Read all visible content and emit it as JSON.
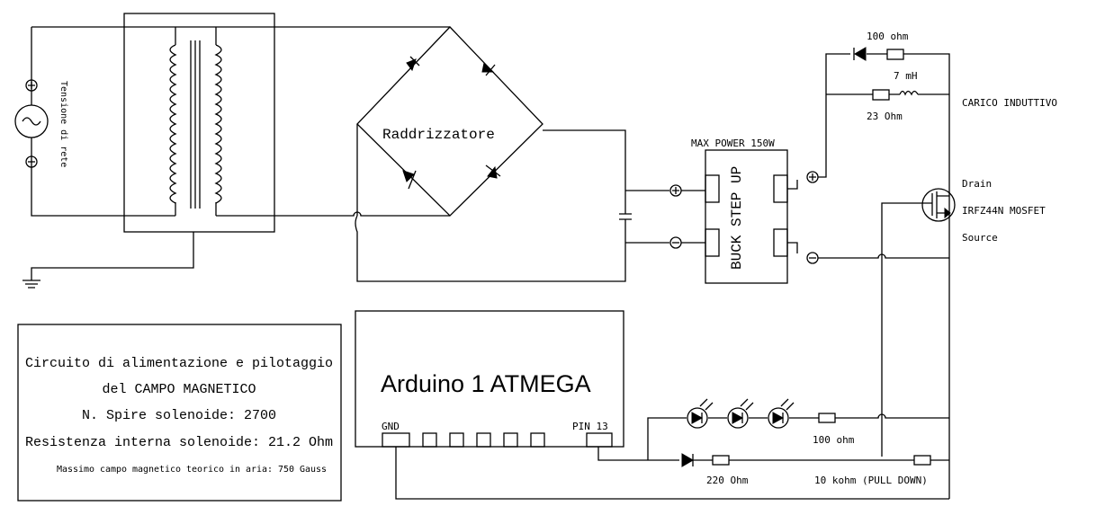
{
  "source": {
    "label": "Tensione di rete",
    "plus": "+",
    "minus": "-"
  },
  "bridge": {
    "label": "Raddrizzatore"
  },
  "converter": {
    "label": "BUCK STEP UP",
    "power": "MAX POWER 150W"
  },
  "load": {
    "title": "CARICO INDUTTIVO",
    "r_flyback": "100 ohm",
    "inductance": "7 mH",
    "resistance": "23 Ohm"
  },
  "mosfet": {
    "name": "IRFZ44N MOSFET",
    "drain": "Drain",
    "source": "Source"
  },
  "arduino": {
    "label": "Arduino 1 ATMEGA",
    "gnd": "GND",
    "pin": "PIN 13"
  },
  "leds": {
    "resistor": "100 ohm"
  },
  "gate": {
    "resistor": "220 Ohm",
    "pulldown": "10 kohm (PULL DOWN)"
  },
  "info": {
    "line1": "Circuito di alimentazione e pilotaggio",
    "line2": "del CAMPO MAGNETICO",
    "line3": "N. Spire solenoide: 2700",
    "line4": "Resistenza interna solenoide: 21.2 Ohm",
    "line5": "Massimo campo magnetico teorico in aria: 750 Gauss"
  }
}
